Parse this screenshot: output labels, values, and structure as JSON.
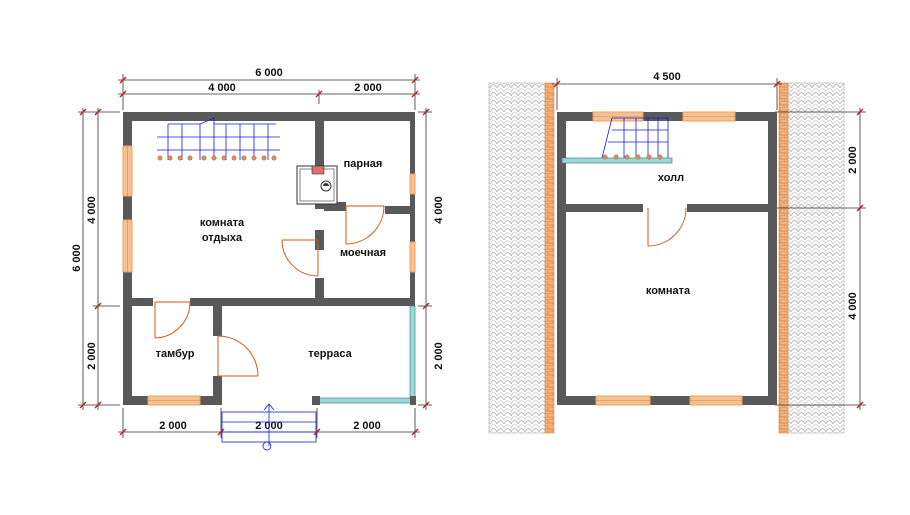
{
  "colors": {
    "wall": "#595959",
    "window_frame": "#f0a060",
    "window_fill": "#f6c291",
    "blue_line": "#1a1ae6",
    "stair_dot": "#d89060",
    "glass": "#9fd6d6",
    "roof_tile": "#bdbdbd",
    "dim_line": "#333333",
    "dim_tick": "#c21f1f"
  },
  "ground_floor": {
    "dims": {
      "top_total": "6 000",
      "top_left": "4 000",
      "top_right": "2 000",
      "left_total": "6 000",
      "left_upper": "4 000",
      "left_lower": "2 000",
      "right_upper": "4 000",
      "right_lower": "2 000",
      "bottom_left": "2 000",
      "bottom_mid": "2 000",
      "bottom_right": "2 000"
    },
    "rooms": {
      "rest_line1": "комната",
      "rest_line2": "отдыха",
      "steam": "парная",
      "wash": "моечная",
      "vestibule": "тамбур",
      "terrace": "терраса"
    }
  },
  "upper_floor": {
    "dims": {
      "top": "4 500",
      "right_upper": "2 000",
      "right_lower": "4 000"
    },
    "rooms": {
      "hall": "холл",
      "room": "комната"
    }
  }
}
